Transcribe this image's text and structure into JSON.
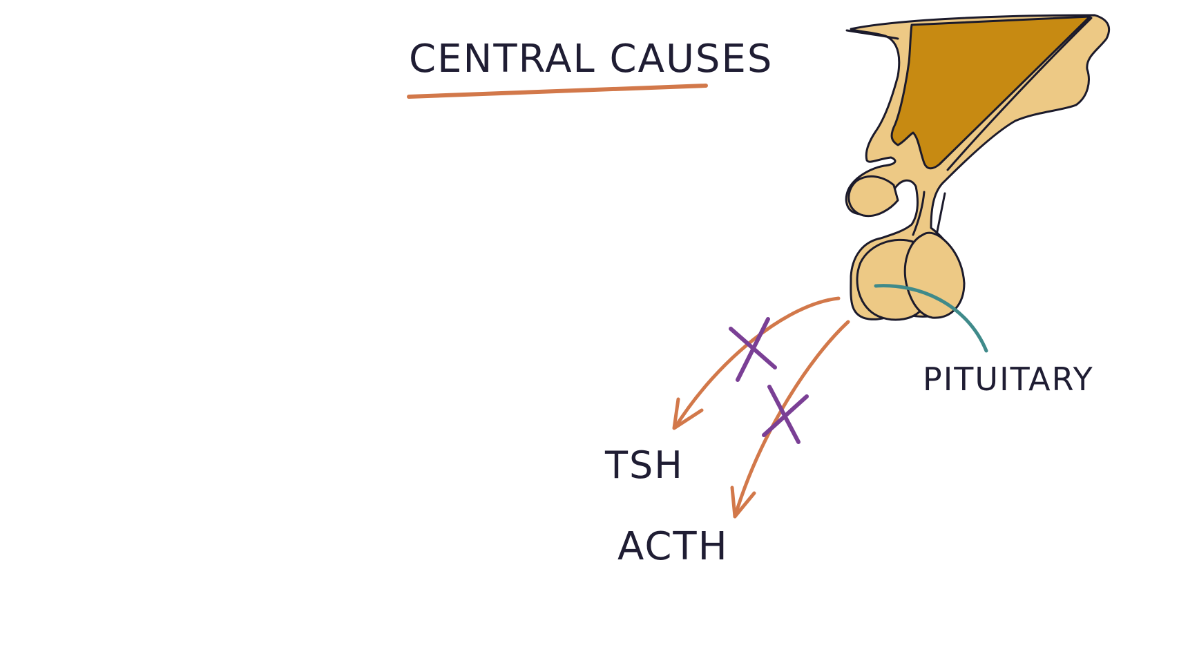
{
  "title": "CENTRAL CAUSES",
  "labels": {
    "pituitary": "PITUITARY",
    "hormone_1": "TSH",
    "hormone_2": "ACTH"
  },
  "colors": {
    "ink": "#1f1d33",
    "underline": "#d2784a",
    "arrow": "#d2784a",
    "block_mark": "#7a3f95",
    "pointer": "#3f8a8a",
    "gland_light": "#edc985",
    "gland_dark": "#c78a12",
    "background": "#ffffff"
  },
  "marks": {
    "blocked_arrows": 2,
    "block_symbol": "cross-mark"
  }
}
